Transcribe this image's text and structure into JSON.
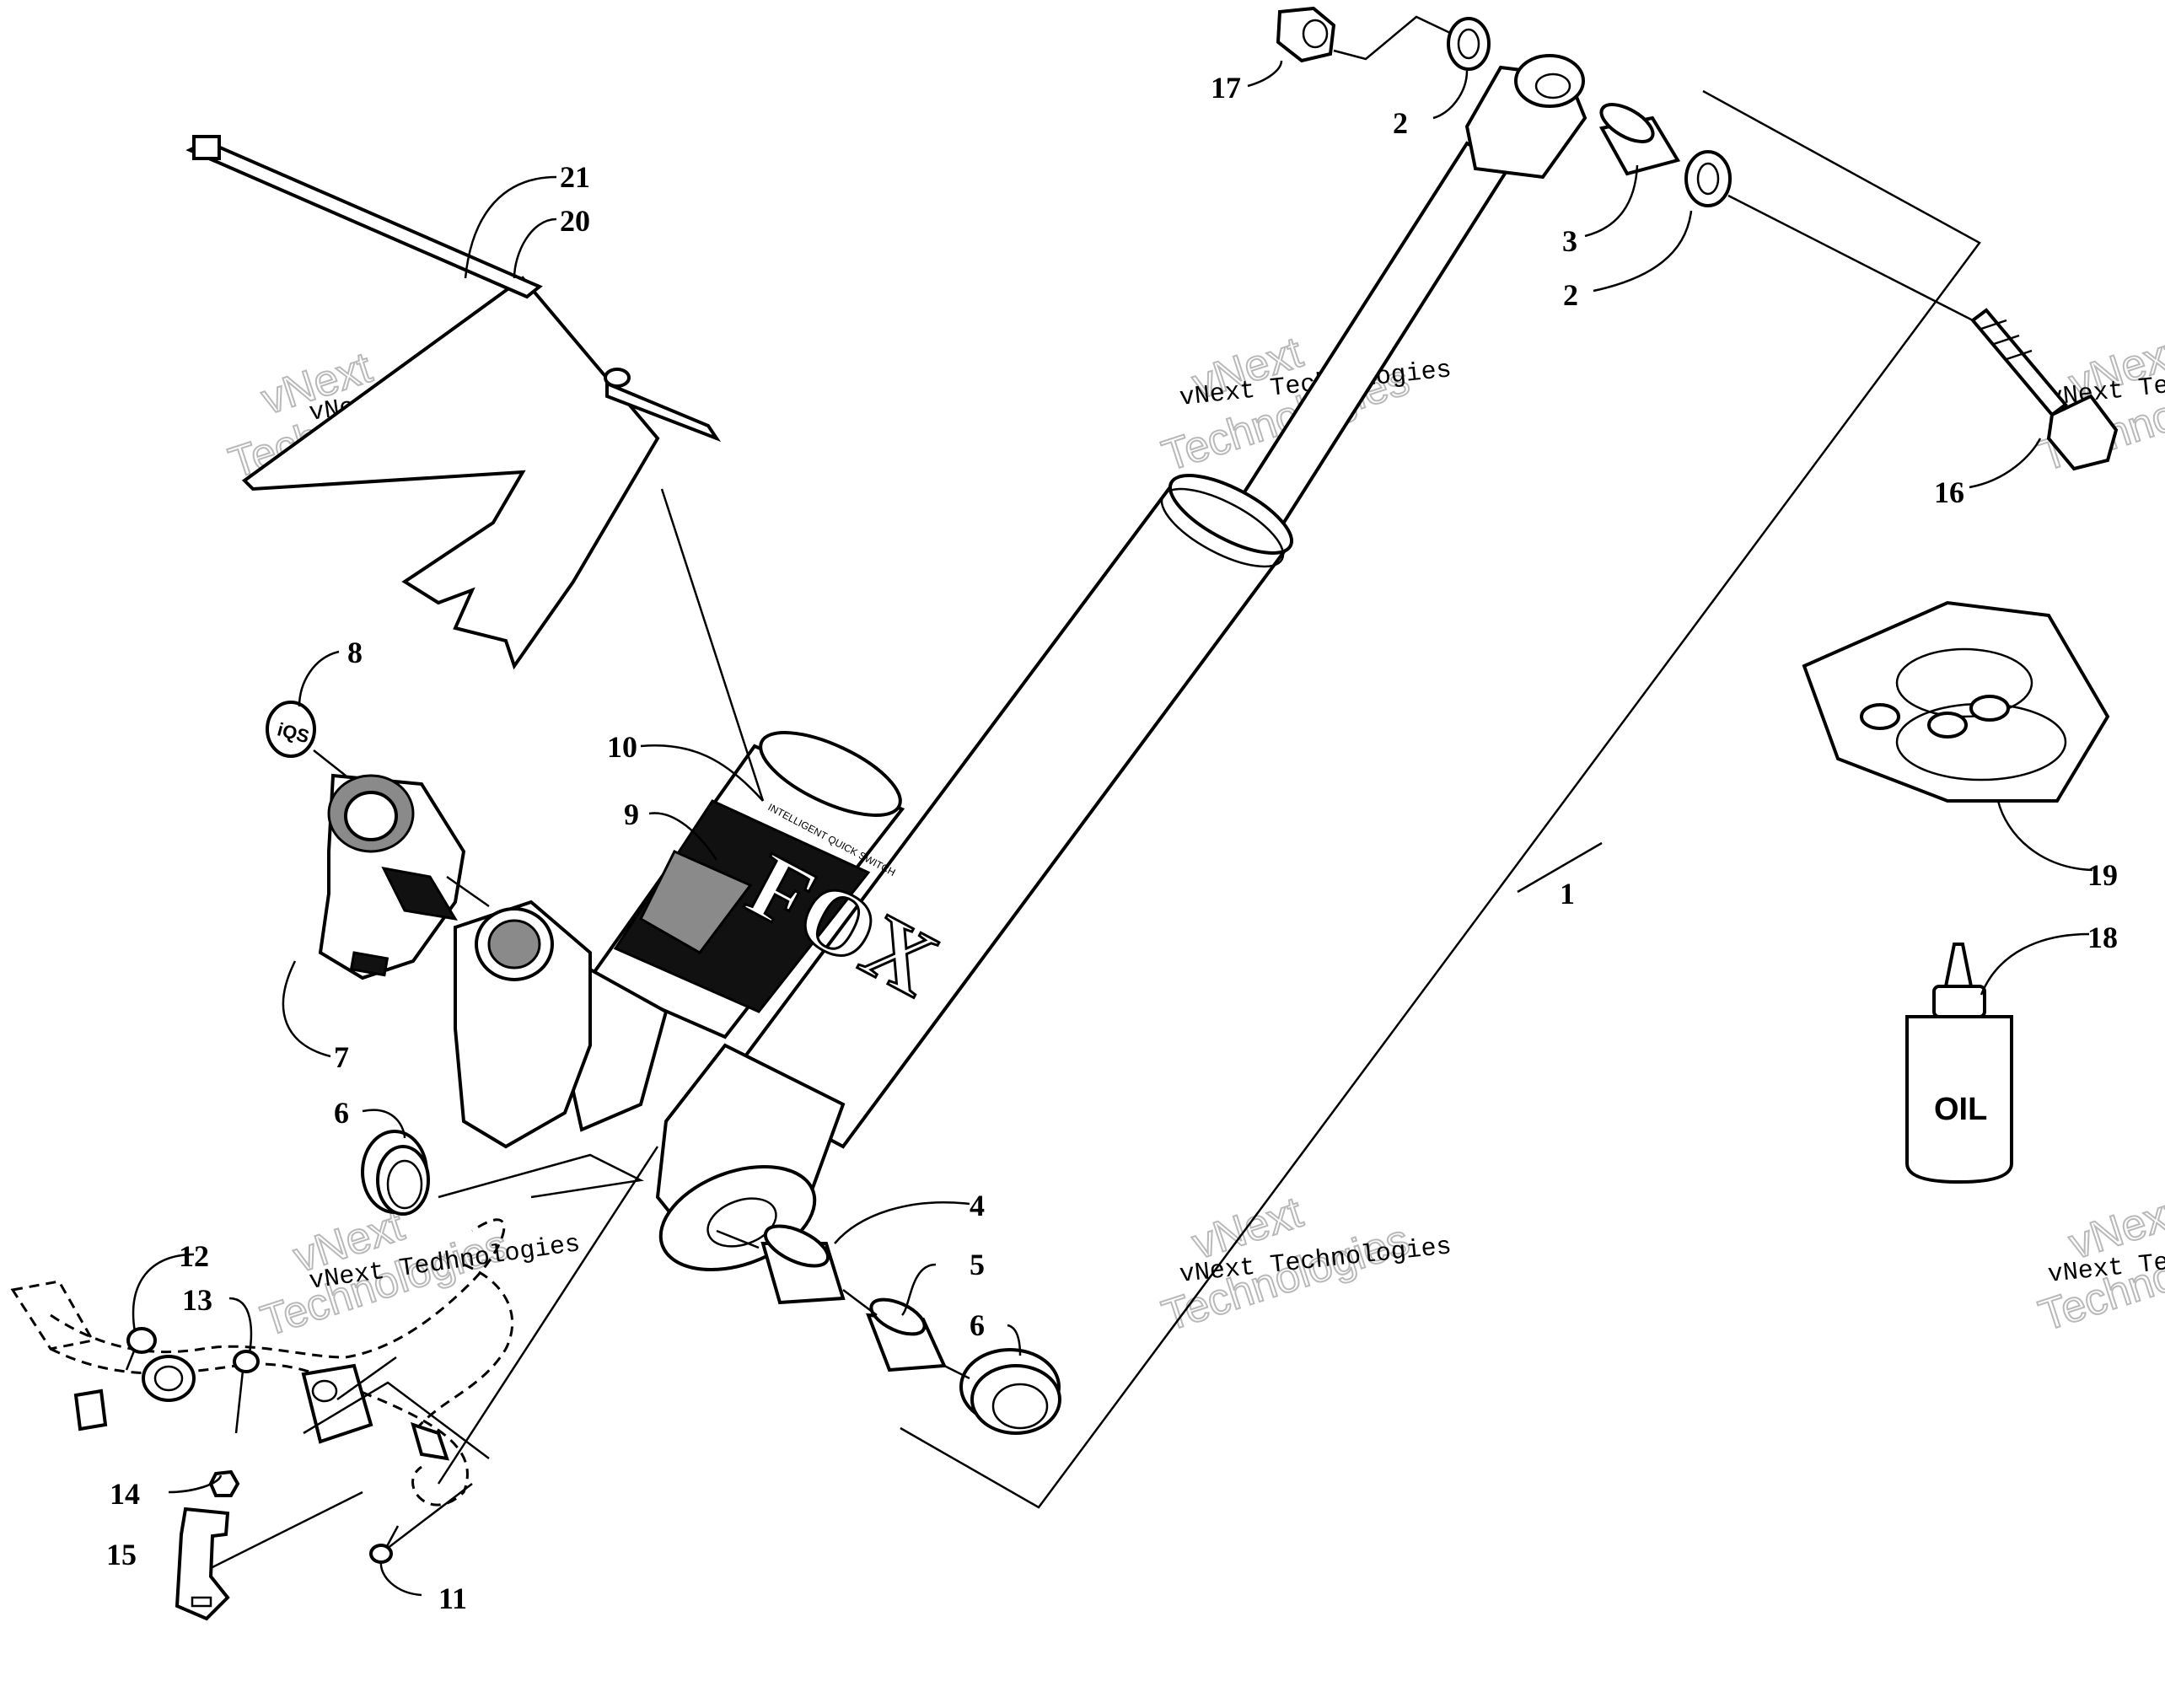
{
  "diagram": {
    "callouts": [
      {
        "id": "1",
        "text": "1"
      },
      {
        "id": "2a",
        "text": "2"
      },
      {
        "id": "2b",
        "text": "2"
      },
      {
        "id": "3",
        "text": "3"
      },
      {
        "id": "4",
        "text": "4"
      },
      {
        "id": "5",
        "text": "5"
      },
      {
        "id": "6a",
        "text": "6"
      },
      {
        "id": "6b",
        "text": "6"
      },
      {
        "id": "7",
        "text": "7"
      },
      {
        "id": "8",
        "text": "8"
      },
      {
        "id": "9",
        "text": "9"
      },
      {
        "id": "10",
        "text": "10"
      },
      {
        "id": "11",
        "text": "11"
      },
      {
        "id": "12",
        "text": "12"
      },
      {
        "id": "13",
        "text": "13"
      },
      {
        "id": "14",
        "text": "14"
      },
      {
        "id": "15",
        "text": "15"
      },
      {
        "id": "16",
        "text": "16"
      },
      {
        "id": "17",
        "text": "17"
      },
      {
        "id": "18",
        "text": "18"
      },
      {
        "id": "19",
        "text": "19"
      },
      {
        "id": "20",
        "text": "20"
      },
      {
        "id": "21",
        "text": "21"
      }
    ],
    "bottle_label": "OIL",
    "shock_brand": "FOX",
    "switch_label": "INTELLIGENT QUICK SWITCH",
    "badge_label": "iQS"
  },
  "watermark": {
    "line_small_1": "vNext Technologies",
    "line_small_2": "vNext Tedhnologies",
    "big_word_1": "vNext",
    "big_word_2": "Technologies"
  }
}
